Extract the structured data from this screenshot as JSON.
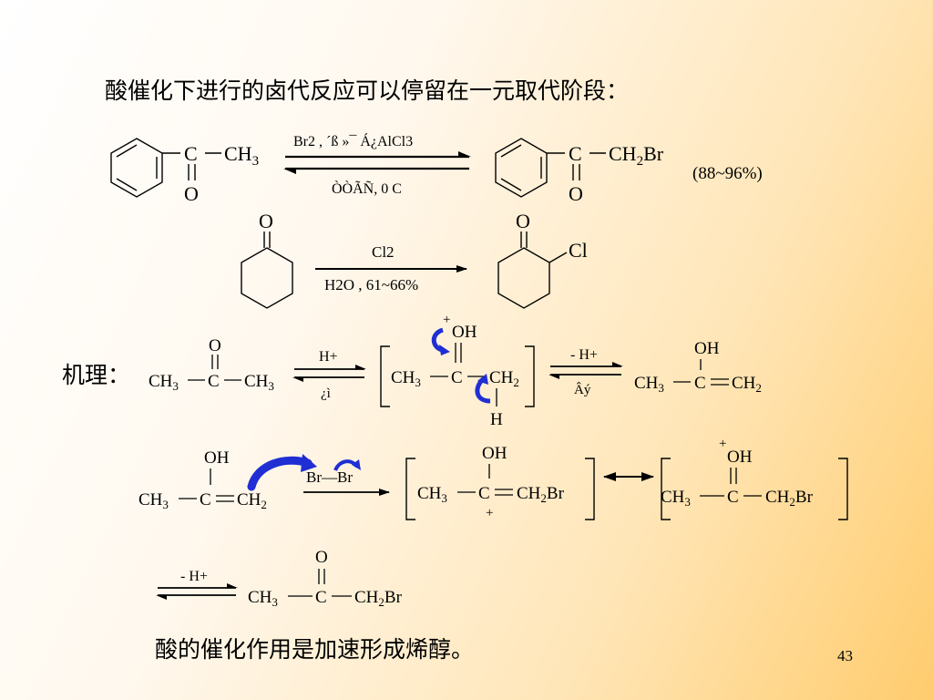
{
  "title": "酸催化下进行的卤代反应可以停留在一元取代阶段：",
  "mechanism_label": "机理：",
  "conclusion": "酸的催化作用是加速形成烯醇。",
  "page_number": "43",
  "reaction1": {
    "reagent_top": "Br2 , ´ß »¯ Á¿AlCl3",
    "reagent_bottom": "ÒÒÃÑ, 0 C",
    "yield": "(88~96%)"
  },
  "reaction2": {
    "reagent_top": "Cl2",
    "reagent_bottom": "H2O , 61~66%"
  },
  "step1": {
    "top": "H+",
    "bottom": "¿ì"
  },
  "step2": {
    "top": "- H+",
    "bottom": "Âý"
  },
  "step3": {
    "top": "Br—Br"
  },
  "step4": {
    "top": "- H+"
  },
  "colors": {
    "curved_arrow": "#1f2fd4",
    "background_end": "#ffcc6e"
  }
}
